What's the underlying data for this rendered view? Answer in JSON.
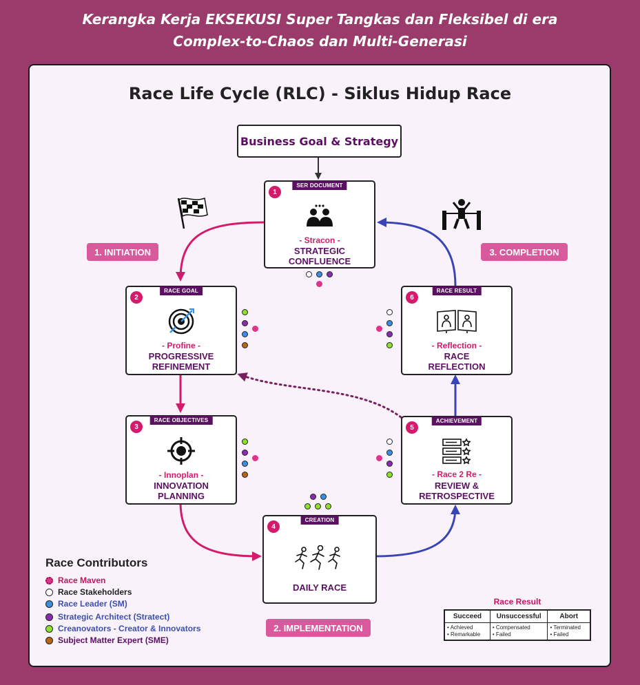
{
  "header": {
    "line1": "Kerangka Kerja EKSEKUSI Super Tangkas dan Fleksibel di era",
    "line2": "Complex-to-Chaos dan Multi-Generasi"
  },
  "title": "Race Life Cycle (RLC) - Siklus Hidup Race",
  "goal": "Business Goal & Strategy",
  "phases": {
    "initiation": "1. INITIATION",
    "implementation": "2. IMPLEMENTATION",
    "completion": "3. COMPLETION"
  },
  "boxes": [
    {
      "num": "1",
      "tag": "SER DOCUMENT",
      "sub": "- Stracon -",
      "main1": "STRATEGIC",
      "main2": "CONFLUENCE",
      "icon": "meeting-icon"
    },
    {
      "num": "2",
      "tag": "RACE GOAL",
      "sub": "- Profine -",
      "main1": "PROGRESSIVE",
      "main2": "REFINEMENT",
      "icon": "target-icon"
    },
    {
      "num": "3",
      "tag": "RACE OBJECTIVES",
      "sub": "- Innoplan -",
      "main1": "INNOVATION",
      "main2": "PLANNING",
      "icon": "crosshair-icon"
    },
    {
      "num": "4",
      "tag": "CREATION",
      "sub": "",
      "main1": "DAILY RACE",
      "main2": "",
      "icon": "runners-icon"
    },
    {
      "num": "5",
      "tag": "ACHIEVEMENT",
      "sub": "- Race 2 Re -",
      "main1": "REVIEW &",
      "main2": "RETROSPECTIVE",
      "icon": "review-list-icon"
    },
    {
      "num": "6",
      "tag": "RACE RESULT",
      "sub": "- Reflection -",
      "main1": "RACE",
      "main2": "REFLECTION",
      "icon": "reflection-icon"
    }
  ],
  "legend": {
    "title": "Race Contributors",
    "items": [
      {
        "label": "Race Maven",
        "color": "#e0348a",
        "text_color": "#c41662"
      },
      {
        "label": "Race Stakeholders",
        "color": "#ffffff",
        "text_color": "#222222"
      },
      {
        "label": "Race Leader (SM)",
        "color": "#3b8ee0",
        "text_color": "#3b4fb0"
      },
      {
        "label": "Strategic Architect (Stratect)",
        "color": "#8a2bb0",
        "text_color": "#3b4fb0"
      },
      {
        "label": "Creanovators - Creator & Innovators",
        "color": "#8fe02c",
        "text_color": "#3b4fb0"
      },
      {
        "label": "Subject Matter Expert (SME)",
        "color": "#b8651a",
        "text_color": "#5b1062"
      }
    ]
  },
  "race_result": {
    "title": "Race Result",
    "headers": [
      "Succeed",
      "Unsuccessful",
      "Abort"
    ],
    "cols": [
      [
        "• Achieved",
        "• Remarkable"
      ],
      [
        "• Compensated",
        "• Failed"
      ],
      [
        "• Terminated",
        "• Failed"
      ]
    ]
  },
  "colors": {
    "pink": "#d61a6b",
    "blue": "#3a45b5",
    "purple_dark": "#5b1062",
    "background": "#9a3b6b"
  }
}
